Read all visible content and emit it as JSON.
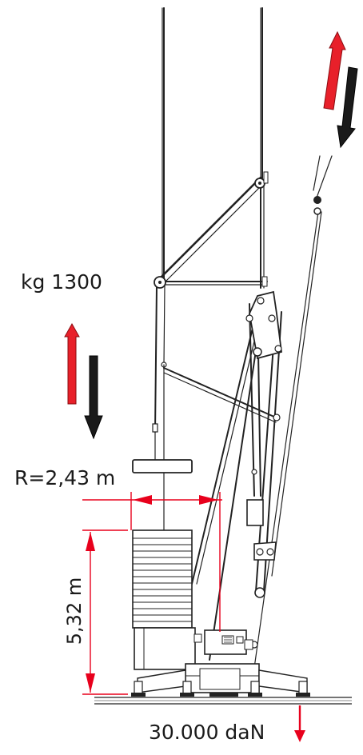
{
  "labels": {
    "load_weight": "kg 1300",
    "radius": "R=2,43 m",
    "height": "5,32 m",
    "ground_force": "30.000 daN"
  },
  "colors": {
    "up_arrow": "#e8202a",
    "down_arrow": "#1a1a1a",
    "dimension": "#e8001c",
    "structure": "#222222"
  },
  "icons": {
    "hoist_up": "up-arrow-icon",
    "hoist_down": "down-arrow-icon",
    "ground_force": "down-arrow-icon"
  }
}
